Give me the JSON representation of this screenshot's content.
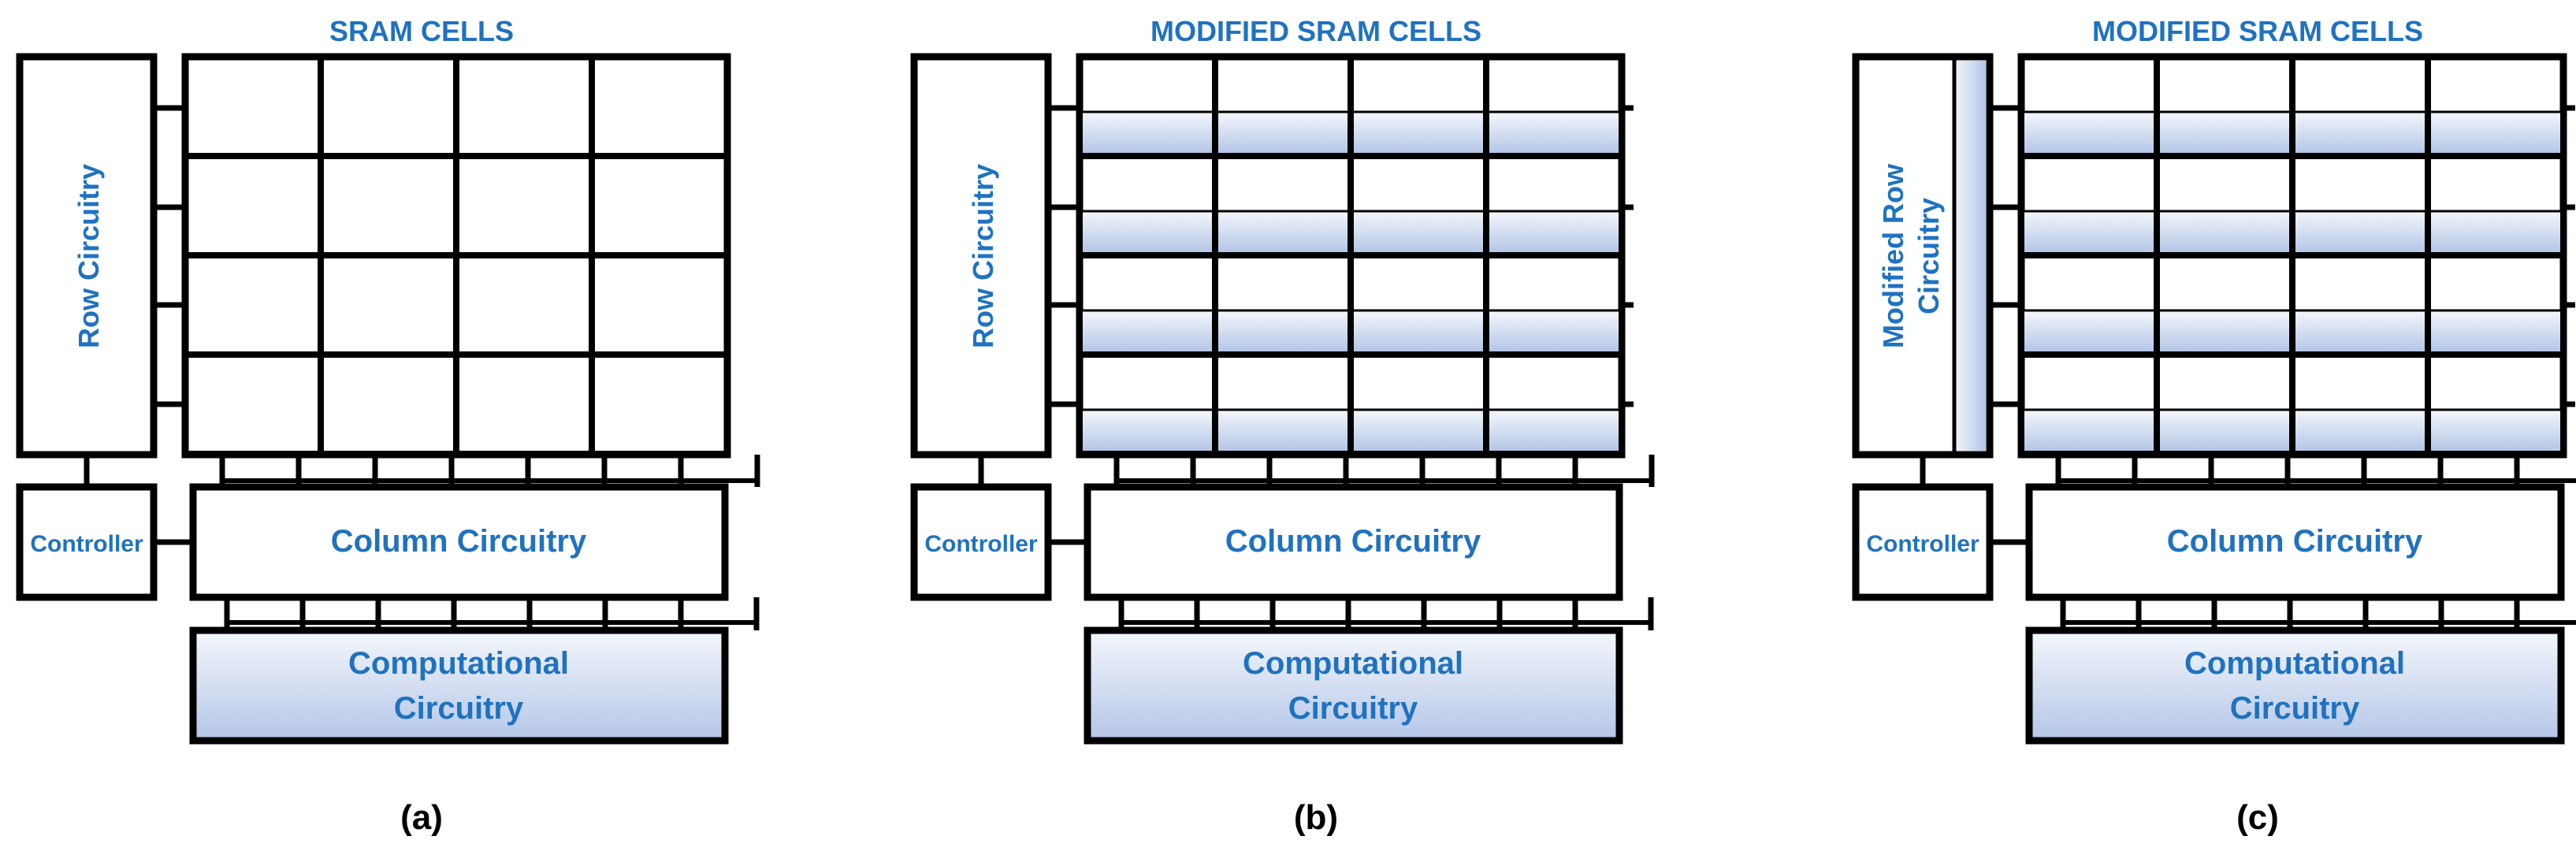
{
  "colors": {
    "label_blue": "#1f72c0",
    "stroke": "#000000",
    "shade_light": "#f4f7fc",
    "shade_dark": "#b4c6e7"
  },
  "panels": [
    {
      "id": "a",
      "title": "SRAM CELLS",
      "row_label": [
        "Row Circuitry"
      ],
      "controller_label": "Controller",
      "column_label": "Column Circuitry",
      "compute_label": [
        "Computational",
        "Circuitry"
      ],
      "caption": "(a)",
      "modified_cells": false,
      "modified_row": false
    },
    {
      "id": "b",
      "title": "MODIFIED SRAM CELLS",
      "row_label": [
        "Row Circuitry"
      ],
      "controller_label": "Controller",
      "column_label": "Column Circuitry",
      "compute_label": [
        "Computational",
        "Circuitry"
      ],
      "caption": "(b)",
      "modified_cells": true,
      "modified_row": false
    },
    {
      "id": "c",
      "title": "MODIFIED SRAM CELLS",
      "row_label": [
        "Modified Row",
        "Circuitry"
      ],
      "controller_label": "Controller",
      "column_label": "Column Circuitry",
      "compute_label": [
        "Computational",
        "Circuitry"
      ],
      "caption": "(c)",
      "modified_cells": true,
      "modified_row": true
    }
  ]
}
